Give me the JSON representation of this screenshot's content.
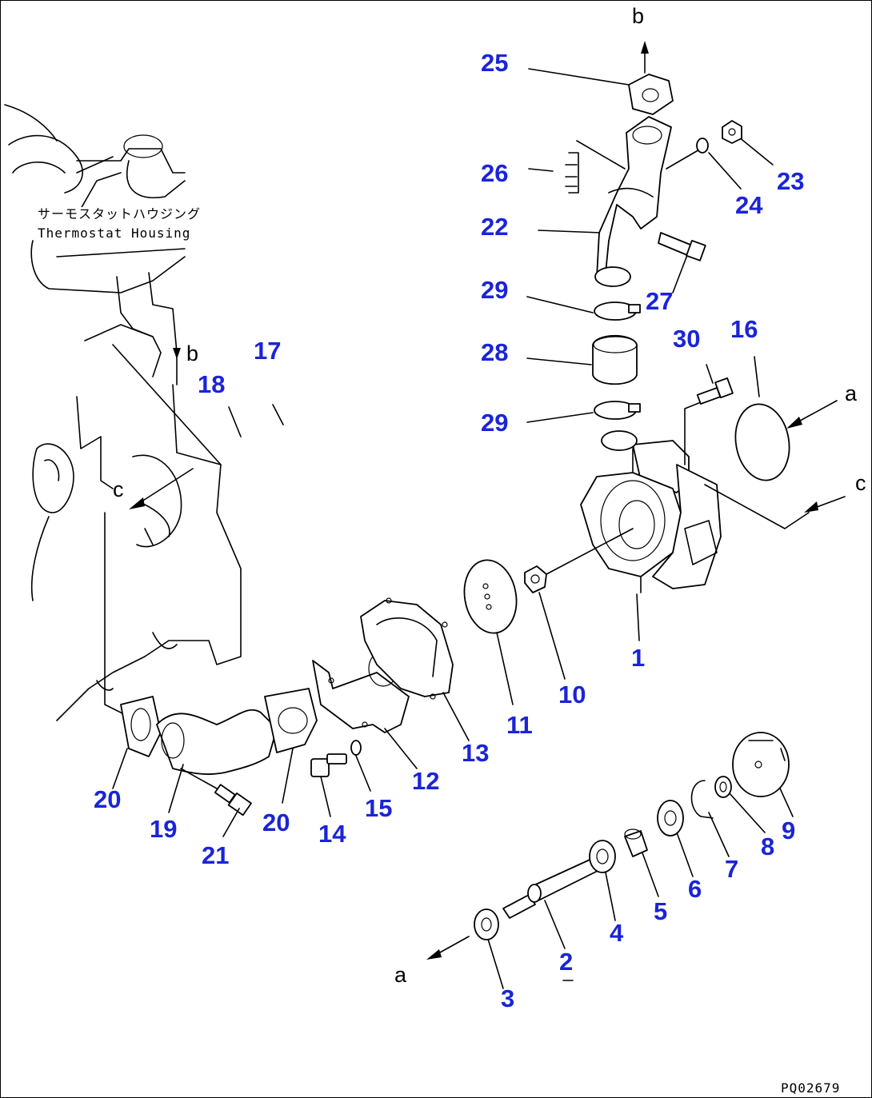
{
  "caption": {
    "japanese": "サーモスタットハウジング",
    "english": "Thermostat Housing"
  },
  "drawing_code": "PQ02679",
  "ref_letters": {
    "a": "a",
    "b": "b",
    "c": "c"
  },
  "parts": [
    "1",
    "2",
    "3",
    "4",
    "5",
    "6",
    "7",
    "8",
    "9",
    "10",
    "11",
    "12",
    "13",
    "14",
    "15",
    "16",
    "17",
    "18",
    "19",
    "20",
    "21",
    "22",
    "23",
    "24",
    "25",
    "26",
    "27",
    "28",
    "29",
    "30"
  ],
  "colors": {
    "callout": "#1a24d8",
    "line": "#000000"
  }
}
